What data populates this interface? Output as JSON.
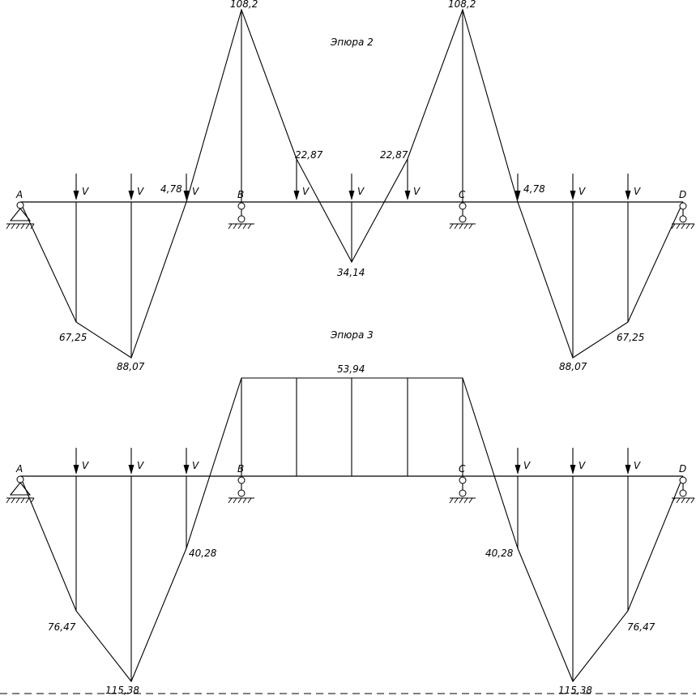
{
  "diagram2": {
    "title": "Эпюра 2",
    "load_label": "V",
    "supports": [
      "A",
      "B",
      "C",
      "D"
    ],
    "values": {
      "peak_b": "108,2",
      "peak_c": "108,2",
      "cross_left": "4,78",
      "cross_right": "4,78",
      "mid_left": "22,87",
      "mid_right": "22,87",
      "mid_low": "34,14",
      "span1_a": "67,25",
      "span1_b": "88,07",
      "span3_a": "88,07",
      "span3_b": "67,25"
    }
  },
  "diagram3": {
    "title": "Эпюра 3",
    "load_label": "V",
    "supports": [
      "A",
      "B",
      "C",
      "D"
    ],
    "values": {
      "middle": "53,94",
      "span1_a": "76,47",
      "span1_b": "115,38",
      "span1_c": "40,28",
      "span3_a": "40,28",
      "span3_b": "115,38",
      "span3_c": "76,47"
    }
  }
}
